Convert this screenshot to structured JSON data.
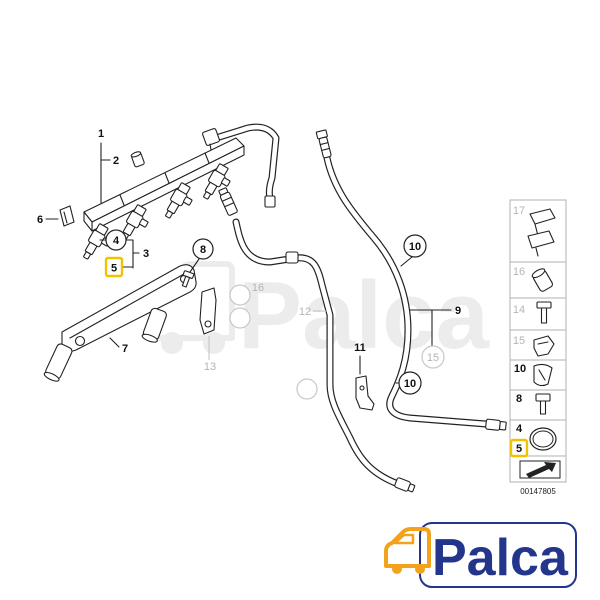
{
  "callouts": [
    "1",
    "2",
    "6",
    "4",
    "3",
    "5",
    "8",
    "7",
    "13",
    "16",
    "12",
    "10",
    "9",
    "15",
    "10",
    "11"
  ],
  "side_panel": {
    "items": [
      "17",
      "16",
      "14",
      "15",
      "10",
      "8",
      "4",
      "5"
    ],
    "arrow_icon": "arrow-icon"
  },
  "diagram_id": "00147805",
  "highlight_color": "#f2c200",
  "watermark": {
    "text": "Palca"
  },
  "logo": {
    "text": "Palca",
    "icon": "car-icon",
    "text_color": "#24368c",
    "icon_color": "#f2a31b"
  }
}
